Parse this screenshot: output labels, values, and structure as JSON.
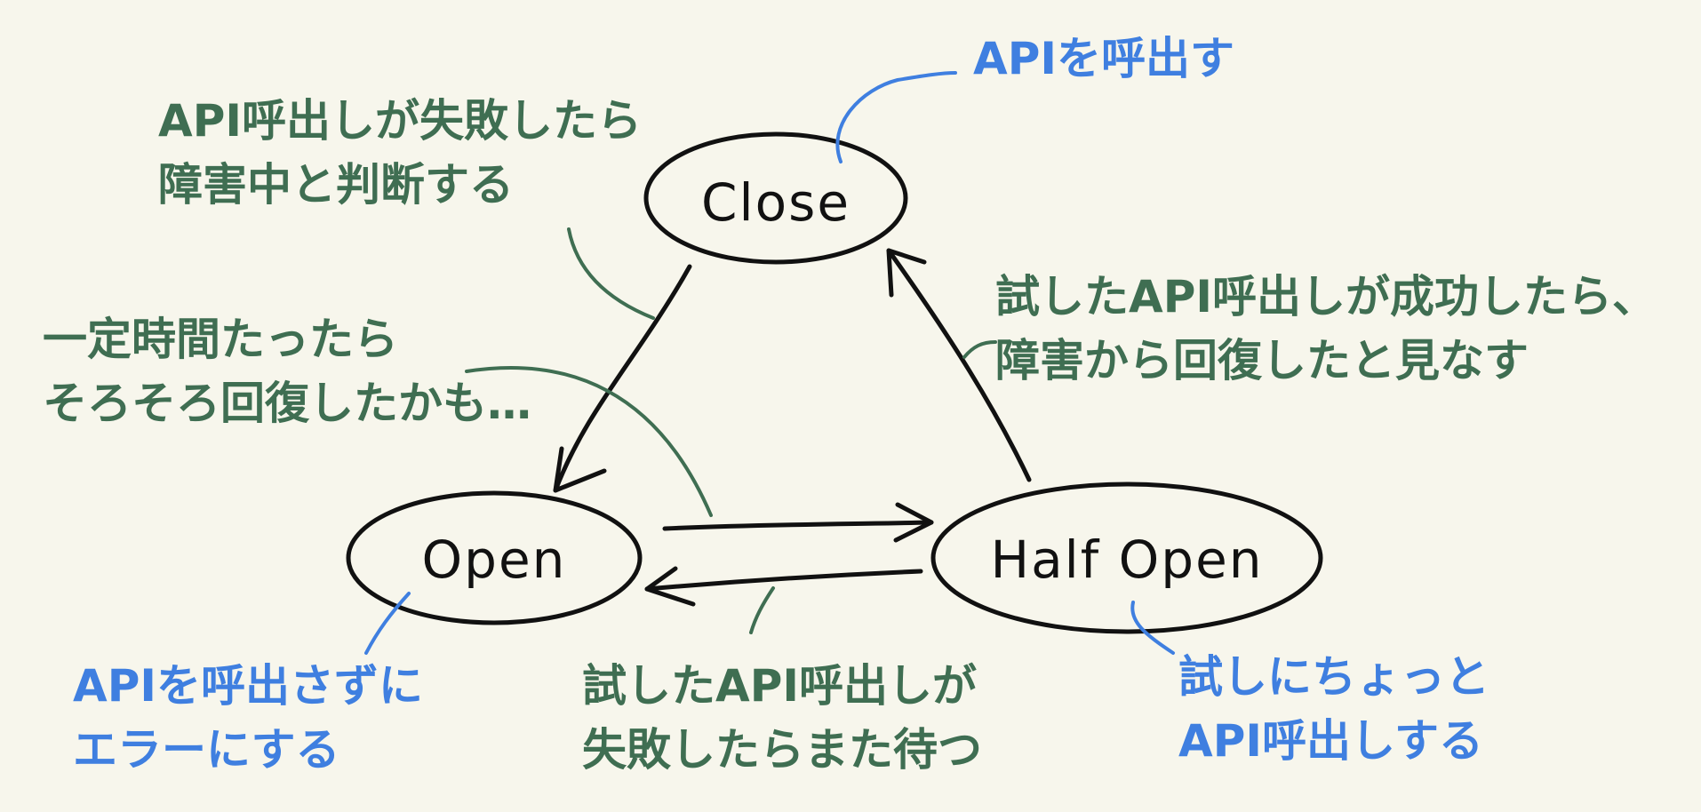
{
  "colors": {
    "background": "#f7f6ec",
    "ink": "#111111",
    "green_note": "#3f6e52",
    "blue_note": "#3f7fe0"
  },
  "states": {
    "close": "Close",
    "open": "Open",
    "half_open": "Half Open"
  },
  "notes": {
    "close_blue": [
      "APIを呼出す"
    ],
    "close_to_open": [
      "API呼出しが失敗したら",
      "障害中と判断する"
    ],
    "open_to_half_open": [
      "一定時間たったら",
      "そろそろ回復したかも…"
    ],
    "half_open_to_close": [
      "試したAPI呼出しが成功したら、",
      "障害から回復したと見なす"
    ],
    "open_blue": [
      "APIを呼出さずに",
      "エラーにする"
    ],
    "half_open_to_open": [
      "試したAPI呼出しが",
      "失敗したらまた待つ"
    ],
    "half_open_blue": [
      "試しにちょっと",
      "API呼出しする"
    ]
  }
}
